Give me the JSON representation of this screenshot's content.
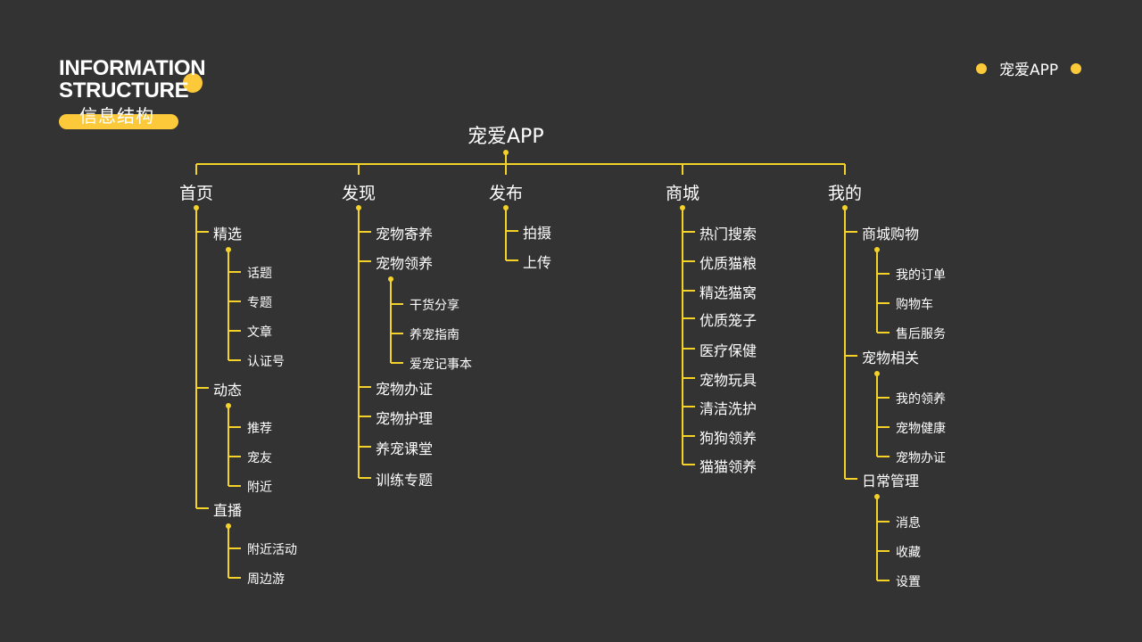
{
  "header": {
    "title_en_line1": "INFORMATION",
    "title_en_line2": "STRUCTURE",
    "title_cn": "信息结构"
  },
  "badge": {
    "label": "宠爱APP"
  },
  "colors": {
    "background": "#333333",
    "accent": "#fcc93b",
    "line": "#f5d22a",
    "text": "#ffffff"
  },
  "tree": {
    "root": "宠爱APP",
    "sections": [
      {
        "label": "首页",
        "children": [
          {
            "label": "精选",
            "children": [
              "话题",
              "专题",
              "文章",
              "认证号"
            ]
          },
          {
            "label": "动态",
            "children": [
              "推荐",
              "宠友",
              "附近"
            ]
          },
          {
            "label": "直播",
            "children": [
              "附近活动",
              "周边游"
            ]
          }
        ]
      },
      {
        "label": "发现",
        "children": [
          {
            "label": "宠物寄养",
            "children": []
          },
          {
            "label": "宠物领养",
            "children": [
              "干货分享",
              "养宠指南",
              "爱宠记事本"
            ]
          },
          {
            "label": "宠物办证",
            "children": []
          },
          {
            "label": "宠物护理",
            "children": []
          },
          {
            "label": "养宠课堂",
            "children": []
          },
          {
            "label": "训练专题",
            "children": []
          }
        ]
      },
      {
        "label": "发布",
        "children": [
          {
            "label": "拍摄",
            "children": []
          },
          {
            "label": "上传",
            "children": []
          }
        ]
      },
      {
        "label": "商城",
        "children": [
          {
            "label": "热门搜索",
            "children": []
          },
          {
            "label": "优质猫粮",
            "children": []
          },
          {
            "label": "精选猫窝",
            "children": []
          },
          {
            "label": "优质笼子",
            "children": []
          },
          {
            "label": "医疗保健",
            "children": []
          },
          {
            "label": "宠物玩具",
            "children": []
          },
          {
            "label": "清洁洗护",
            "children": []
          },
          {
            "label": "狗狗领养",
            "children": []
          },
          {
            "label": "猫猫领养",
            "children": []
          }
        ]
      },
      {
        "label": "我的",
        "children": [
          {
            "label": "商城购物",
            "children": [
              "我的订单",
              "购物车",
              "售后服务"
            ]
          },
          {
            "label": "宠物相关",
            "children": [
              "我的领养",
              "宠物健康",
              "宠物办证"
            ]
          },
          {
            "label": "日常管理",
            "children": [
              "消息",
              "收藏",
              "设置"
            ]
          }
        ]
      }
    ]
  }
}
